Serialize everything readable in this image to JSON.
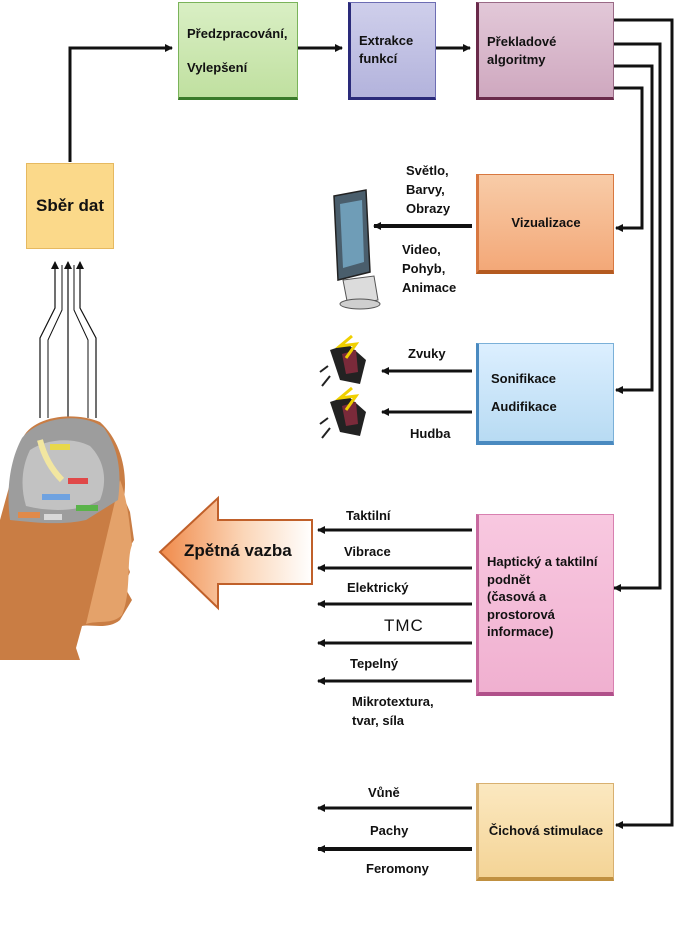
{
  "sber": "Sběr dat",
  "pre1": "Předzpracování,",
  "pre2": "Vylepšení",
  "ext1": "Extrakce",
  "ext2": "funkcí",
  "pr1": "Překladové",
  "pr2": "algoritmy",
  "viz": "Vizualizace",
  "viz_in": [
    "Světlo,",
    "Barvy,",
    "Obrazy"
  ],
  "viz_out": [
    "Video,",
    "Pohyb,",
    "Animace"
  ],
  "son1": "Sonifikace",
  "son2": "Audifikace",
  "zvuky": "Zvuky",
  "hudba": "Hudba",
  "hap": [
    "Haptický a taktilní",
    "podnět",
    " (časová a",
    "prostorová",
    "informace)"
  ],
  "hap_labels": [
    "Taktilní",
    "Vibrace",
    "Elektrický",
    "TMC",
    "Tepelný",
    "Mikrotextura,",
    "tvar, síla"
  ],
  "cich": "Čichová stimulace",
  "cich_labels": [
    "Vůně",
    "Pachy",
    "Feromony"
  ],
  "feedback": "Zpětná vazba",
  "colors": {
    "sber": "#fbd98a",
    "pre": "#cfe8b4",
    "ext": "#b8b8dc",
    "pr": "#d6b5c9",
    "viz": "#f5b98a",
    "son": "#c7e4f7",
    "hap": "#f3b9d6",
    "cich": "#f8dfaa",
    "arrow": "#f3a36d"
  }
}
